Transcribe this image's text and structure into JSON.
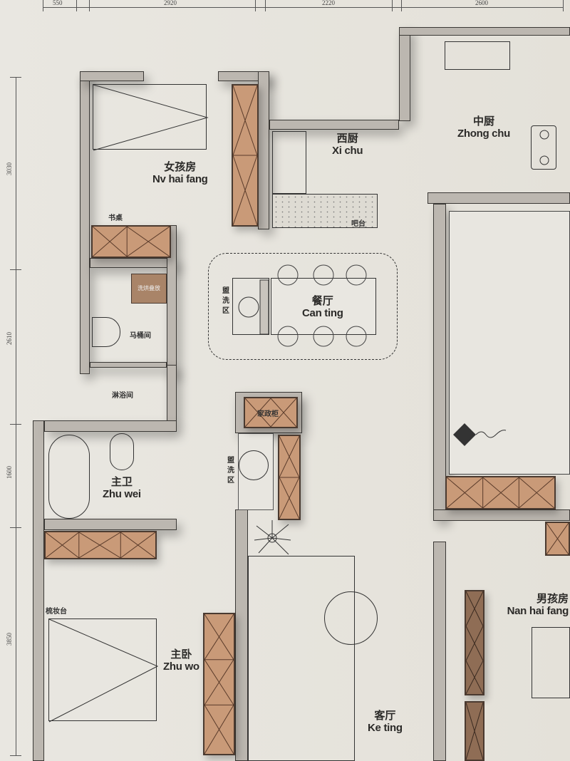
{
  "dimensions": {
    "top": [
      "550",
      "2920",
      "2220",
      "2600"
    ],
    "left": [
      "3030",
      "2610",
      "1600",
      "3850"
    ]
  },
  "rooms": {
    "girl_room": {
      "cn": "女孩房",
      "py": "Nv hai fang"
    },
    "west_kitchen": {
      "cn": "西厨",
      "py": "Xi chu"
    },
    "chinese_kitchen": {
      "cn": "中厨",
      "py": "Zhong chu"
    },
    "dining": {
      "cn": "餐厅",
      "py": "Can ting"
    },
    "master_bath": {
      "cn": "主卫",
      "py": "Zhu wei"
    },
    "master_bedroom": {
      "cn": "主卧",
      "py": "Zhu wo"
    },
    "living_room": {
      "cn": "客厅",
      "py": "Ke ting"
    },
    "boy_room": {
      "cn": "男孩房",
      "py": "Nan hai fang"
    }
  },
  "labels": {
    "desk": "书桌",
    "bar": "吧台",
    "washer": "洗烘叠放",
    "toilet_room": "马桶间",
    "shower_room": "淋浴间",
    "wash_area_1": "盥洗区",
    "wash_area_2": "盥洗区",
    "housekeeping_cabinet": "家政柜",
    "dressing_table": "梳妆台"
  },
  "colors": {
    "wall": "#bcb7b0",
    "cabinet": "#c99a78",
    "floor": "#e8e6e0"
  }
}
